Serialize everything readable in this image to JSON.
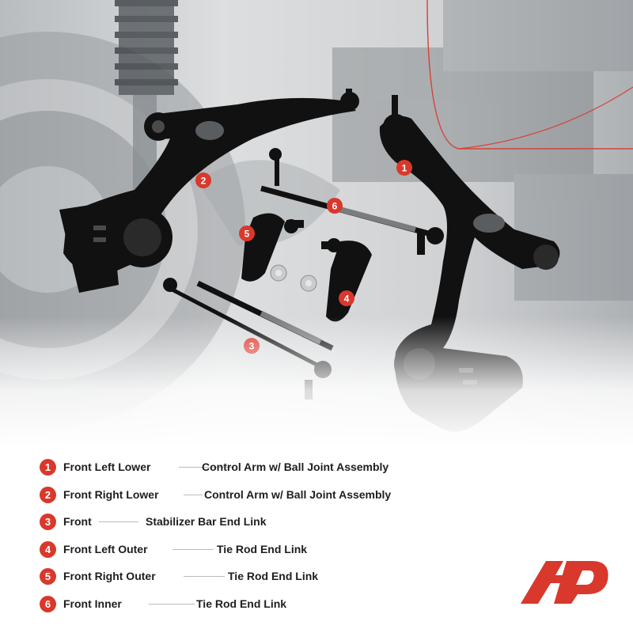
{
  "legend": [
    {
      "num": "1",
      "part": "Front Left Lower",
      "desc": "Control Arm w/ Ball Joint Assembly"
    },
    {
      "num": "2",
      "part": "Front Right Lower",
      "desc": "Control Arm w/ Ball Joint Assembly"
    },
    {
      "num": "3",
      "part": "Front",
      "desc": "Stabilizer Bar End Link"
    },
    {
      "num": "4",
      "part": "Front Left Outer",
      "desc": "Tie Rod End Link"
    },
    {
      "num": "5",
      "part": "Front Right Outer",
      "desc": "Tie Rod End Link"
    },
    {
      "num": "6",
      "part": "Front Inner",
      "desc": "Tie Rod End Link"
    }
  ],
  "colors": {
    "accent": "#d9382c",
    "text": "#1e1e1e",
    "parts": "#111111"
  },
  "logo": {
    "icon": "a-premium-logo-icon"
  }
}
